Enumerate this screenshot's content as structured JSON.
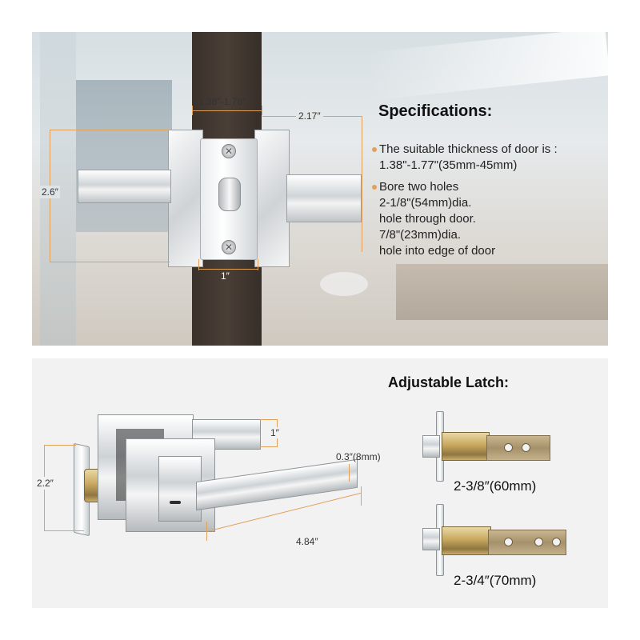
{
  "top": {
    "spec_title": "Specifications:",
    "bullets": [
      {
        "line1": "The suitable thickness of door is :",
        "line2": "1.38\"-1.77\"(35mm-45mm)"
      },
      {
        "line1": "Bore two holes",
        "line2": "2-1/8\"(54mm)dia.",
        "line3": "hole through door.",
        "line4": "7/8\"(23mm)dia.",
        "line5": "hole into edge of door"
      }
    ],
    "dims": {
      "door_thickness": "1.38″-1.78″",
      "rose_depth": "2.17″",
      "rose_height": "2.6″",
      "faceplate_width": "1″"
    }
  },
  "bottom": {
    "latch_title": "Adjustable Latch:",
    "latch_options": [
      "2-3/8″(60mm)",
      "2-3/4″(70mm)"
    ],
    "dims": {
      "rose_thickness": "1″",
      "lever_thickness": "0.3″(8mm)",
      "latch_height": "2.2″",
      "lever_length": "4.84″"
    }
  },
  "colors": {
    "accent": "#e0a15c",
    "door": "#3a312b",
    "bottom_bg": "#f2f2f2"
  }
}
